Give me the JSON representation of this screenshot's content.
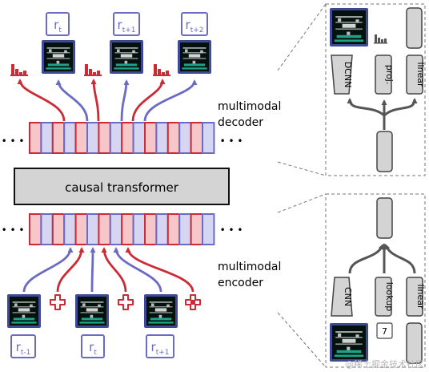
{
  "colors": {
    "red": "#cc2b36",
    "red_light": "#f6c6c9",
    "blue": "#6b6bc4",
    "blue_light": "#d6d6f2",
    "gray_fill": "#d4d4d4",
    "gray_stroke": "#444444",
    "dashed": "#777777"
  },
  "transformer": {
    "label": "causal transformer"
  },
  "ellipsis": "• • •",
  "decoder": {
    "label_line1": "multimodal",
    "label_line2": "decoder",
    "rewards": [
      {
        "base": "r",
        "sub": "t"
      },
      {
        "base": "r",
        "sub": "t+1"
      },
      {
        "base": "r",
        "sub": "t+2"
      }
    ],
    "blocks": [
      "DCNN",
      "proj.",
      "linear"
    ]
  },
  "encoder": {
    "label_line1": "multimodal",
    "label_line2": "encoder",
    "rewards": [
      {
        "base": "r",
        "sub": "t-1"
      },
      {
        "base": "r",
        "sub": "t"
      },
      {
        "base": "r",
        "sub": "t+1"
      }
    ],
    "blocks": [
      "CNN",
      "lookup",
      "linear"
    ],
    "token_value": "7"
  },
  "watermark": "@稀土掘金技术社区"
}
